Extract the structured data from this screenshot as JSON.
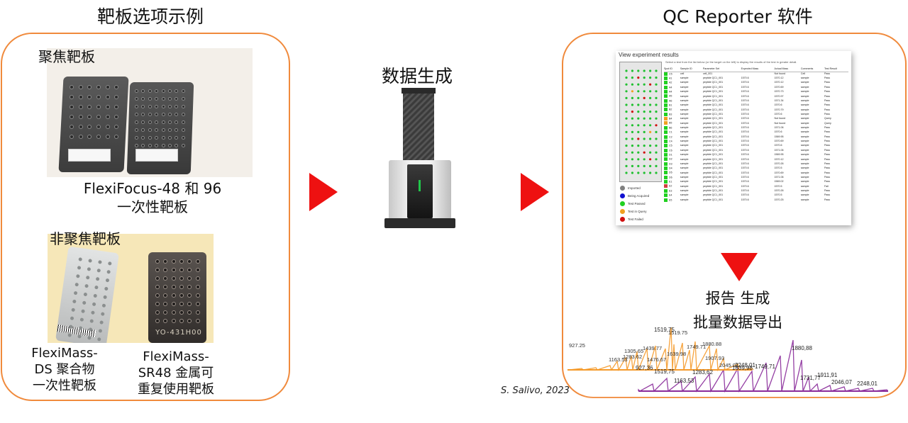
{
  "titles": {
    "left": "靶板选项示例",
    "right": "QC Reporter 软件",
    "middle": "数据生成"
  },
  "left_panel": {
    "focus_heading": "聚焦靶板",
    "focus_caption_line1": "FlexiFocus-48 和 96",
    "focus_caption_line2": "一次性靶板",
    "nonfocus_heading": "非聚焦靶板",
    "ds_caption_line1": "FlexiMass-",
    "ds_caption_line2": "DS 聚合物",
    "ds_caption_line3": "一次性靶板",
    "sr_caption_line1": "FlexiMass-",
    "sr_caption_line2": "SR48 金属可",
    "sr_caption_line3": "重复使用靶板",
    "sr_plate_engraving": "YO-431H00"
  },
  "right_panel": {
    "report_line1": "报告 生成",
    "report_line2": "批量数据导出",
    "credit": "S. Salivo, 2023"
  },
  "qc_window": {
    "title": "View experiment results",
    "subtitle": "Select a test from the list below (or the target on the left) to display the results of the test in greater detail.",
    "legend": [
      {
        "label": "Imported",
        "color": "#808080"
      },
      {
        "label": "Being Acquired",
        "color": "#1010d0"
      },
      {
        "label": "Test Passed",
        "color": "#20d020"
      },
      {
        "label": "Test in Query",
        "color": "#f0a020"
      },
      {
        "label": "Test Failed",
        "color": "#d01010"
      }
    ],
    "columns": [
      "Spot ID",
      "Sample ID",
      "Parameter Set",
      "Expected Mass",
      "Actual Mass",
      "Comments",
      "Test Result"
    ],
    "rows": [
      [
        "C5",
        "cell",
        "cell_001",
        "",
        "Not found",
        "Cell",
        "Pass"
      ],
      [
        "A1",
        "sample",
        "peptide QC1_001",
        "1570.6",
        "1570.12",
        "sample",
        "Pass"
      ],
      [
        "A2",
        "sample",
        "peptide QC1_001",
        "1570.6",
        "1570.12",
        "sample",
        "Pass"
      ],
      [
        "A4",
        "sample",
        "peptide QC1_001",
        "1570.6",
        "1570.69",
        "sample",
        "Pass"
      ],
      [
        "A4",
        "sample",
        "peptide QC1_001",
        "1570.6",
        "1570.73",
        "sample",
        "Pass"
      ],
      [
        "A5",
        "sample",
        "peptide QC1_001",
        "1570.6",
        "1570.97",
        "sample",
        "Pass"
      ],
      [
        "A6",
        "sample",
        "peptide QC1_001",
        "1570.6",
        "1571.34",
        "sample",
        "Pass"
      ],
      [
        "B1",
        "sample",
        "peptide QC1_001",
        "1570.6",
        "1570.6",
        "sample",
        "Pass"
      ],
      [
        "B2",
        "sample",
        "peptide QC1_001",
        "1570.6",
        "1570.79",
        "sample",
        "Pass"
      ],
      [
        "B3",
        "sample",
        "peptide QC1_001",
        "1570.6",
        "1570.6",
        "sample",
        "Pass"
      ],
      [
        "B4",
        "sample",
        "peptide QC1_001",
        "1570.6",
        "Not found",
        "sample",
        "Query"
      ],
      [
        "B5",
        "sample",
        "peptide QC1_001",
        "1570.6",
        "Not found",
        "sample",
        "Query"
      ],
      [
        "B6",
        "sample",
        "peptide QC1_001",
        "1570.6",
        "1571.06",
        "sample",
        "Pass"
      ],
      [
        "C1",
        "sample",
        "peptide QC1_001",
        "1570.6",
        "1570.6",
        "sample",
        "Pass"
      ],
      [
        "C2",
        "sample",
        "peptide QC1_001",
        "1570.6",
        "1569.95",
        "sample",
        "Pass"
      ],
      [
        "C4",
        "sample",
        "peptide QC1_001",
        "1570.6",
        "1570.69",
        "sample",
        "Pass"
      ],
      [
        "C5",
        "sample",
        "peptide QC1_001",
        "1570.6",
        "1570.6",
        "sample",
        "Pass"
      ],
      [
        "C6",
        "sample",
        "peptide QC1_001",
        "1570.6",
        "1571.06",
        "sample",
        "Pass"
      ],
      [
        "D1",
        "sample",
        "peptide QC1_001",
        "1570.6",
        "1569.95",
        "sample",
        "Pass"
      ],
      [
        "D2",
        "sample",
        "peptide QC1_001",
        "1570.6",
        "1570.12",
        "sample",
        "Pass"
      ],
      [
        "D3",
        "sample",
        "peptide QC1_001",
        "1570.6",
        "1570.26",
        "sample",
        "Pass"
      ],
      [
        "D4",
        "sample",
        "peptide QC1_001",
        "1570.6",
        "1570.5",
        "sample",
        "Pass"
      ],
      [
        "D5",
        "sample",
        "peptide QC1_001",
        "1570.6",
        "1570.69",
        "sample",
        "Pass"
      ],
      [
        "D6",
        "sample",
        "peptide QC1_001",
        "1570.6",
        "1571.06",
        "sample",
        "Pass"
      ],
      [
        "E1",
        "sample",
        "peptide QC1_001",
        "1570.6",
        "1569.02",
        "sample",
        "Pass"
      ],
      [
        "E2",
        "sample",
        "peptide QC1_001",
        "1570.6",
        "1570.5",
        "sample",
        "Fail"
      ],
      [
        "E3",
        "sample",
        "peptide QC1_001",
        "1570.6",
        "1570.26",
        "sample",
        "Pass"
      ],
      [
        "E4",
        "sample",
        "peptide QC1_001",
        "1570.6",
        "1570.5",
        "sample",
        "Pass"
      ],
      [
        "E5",
        "sample",
        "peptide QC1_001",
        "1570.6",
        "1570.25",
        "sample",
        "Pass"
      ]
    ],
    "row_status_colors": [
      "#20d020",
      "#20d020",
      "#20d020",
      "#20d020",
      "#20d020",
      "#20d020",
      "#20d020",
      "#20d020",
      "#20d020",
      "#20d020",
      "#f0a020",
      "#f0a020",
      "#20d020",
      "#20d020",
      "#20d020",
      "#20d020",
      "#20d020",
      "#20d020",
      "#20d020",
      "#20d020",
      "#20d020",
      "#20d020",
      "#20d020",
      "#20d020",
      "#20d020",
      "#d04040",
      "#20d020",
      "#20d020",
      "#20d020"
    ]
  },
  "spectrum": {
    "orange_labels": [
      "927.25",
      "1163.53",
      "1283.62",
      "1305.65",
      "1439.77",
      "1476.67",
      "1639.98",
      "1749.71",
      "1880.88",
      "1907.93",
      "2045.01",
      "1519.75"
    ],
    "overlay_labels": [
      "1519,75",
      "2248,01",
      "1639,98",
      "1749,71",
      "1880,88",
      "1911,91",
      "2046,07",
      "2248,01",
      "927,36",
      "1519,75",
      "1283,62",
      "1163,53",
      "1731,77"
    ]
  },
  "colors": {
    "panel_border": "#f08a3c",
    "arrow": "#ee1111",
    "spectrum_orange": "#f59a2a",
    "spectrum_purple": "#8a2b9a"
  }
}
